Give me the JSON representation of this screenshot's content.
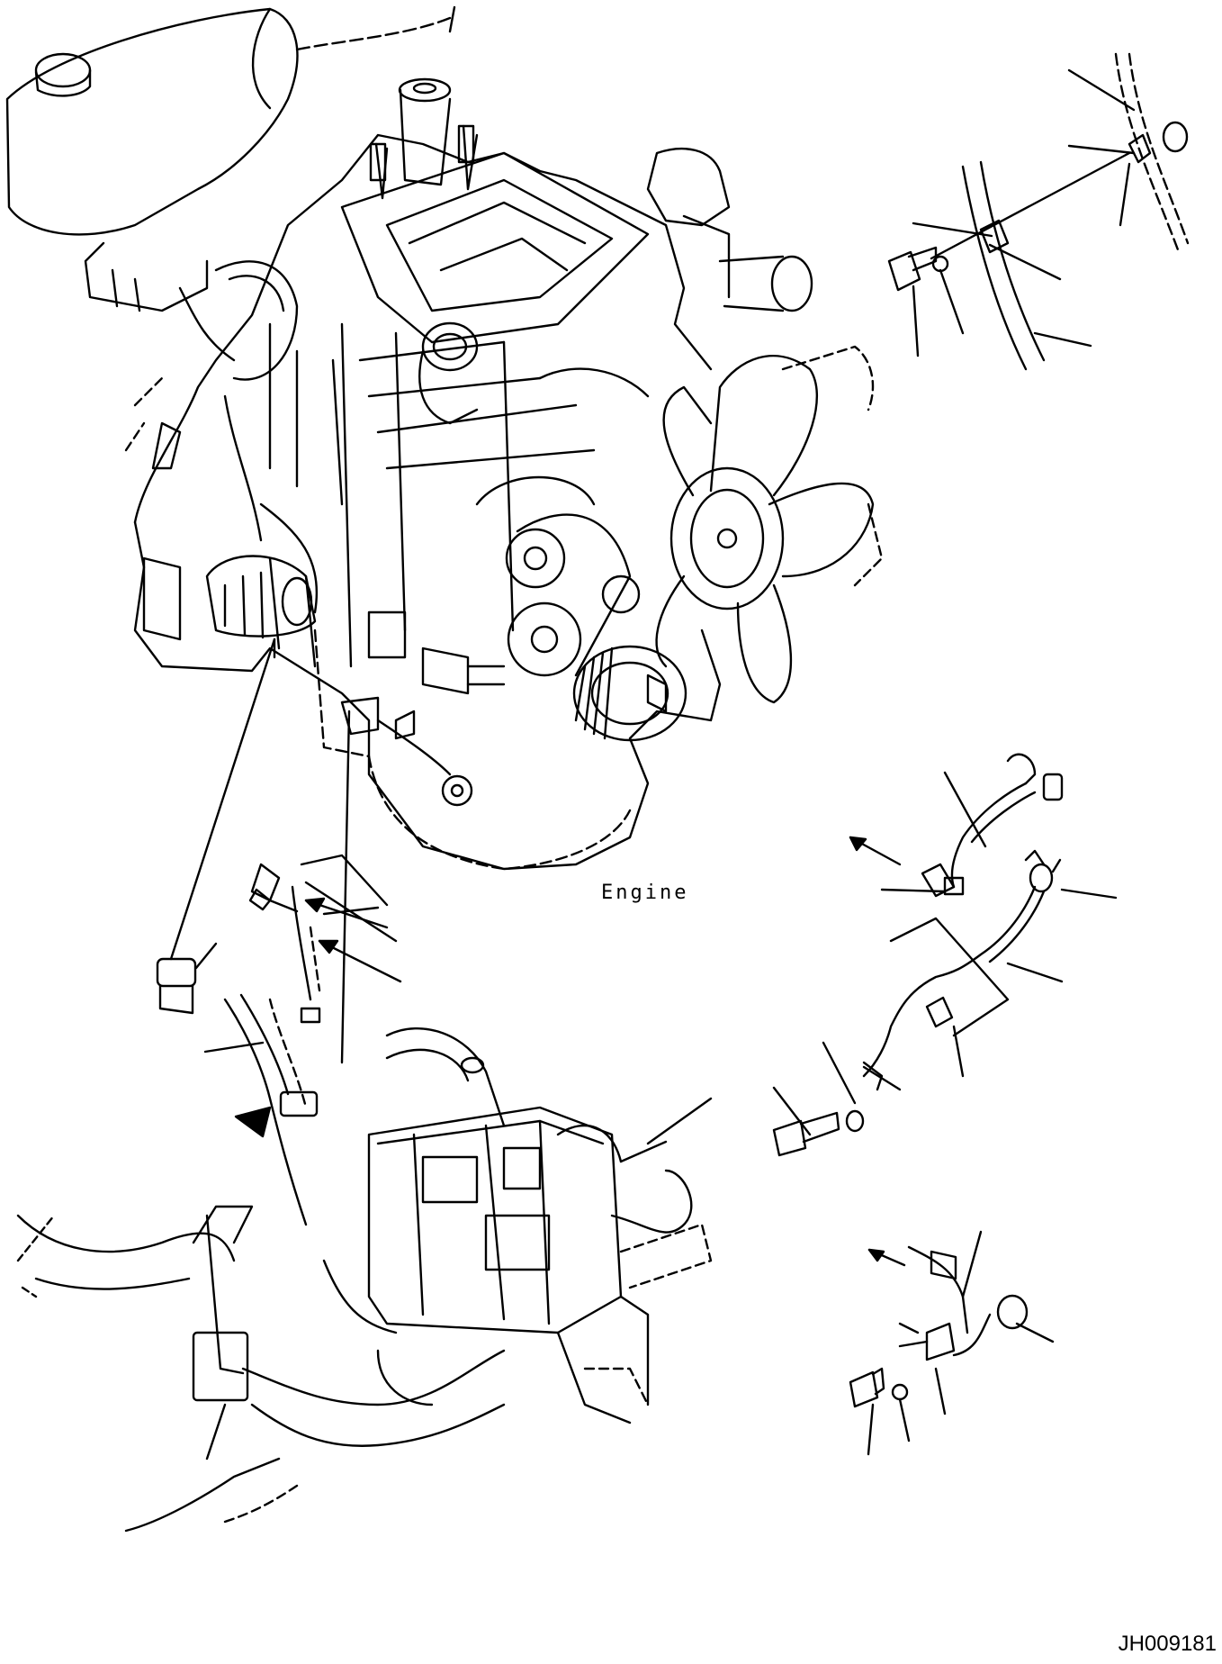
{
  "diagram": {
    "labels": {
      "engine": "Engine",
      "drawing_code": "JH009181"
    },
    "colors": {
      "ink": "#000000",
      "paper": "#ffffff"
    },
    "parts": {
      "engine_assembly": "engine-assembly",
      "muffler": "muffler",
      "cooling_fan": "cooling-fan",
      "alternator": "alternator",
      "starter_motor": "starter-motor",
      "wiring_harness": "wiring-harness",
      "battery_cables": "battery-cables",
      "bolts": "bolts",
      "washers": "washers",
      "clamps": "clamps",
      "connector_arrows": "direction-arrows"
    }
  }
}
